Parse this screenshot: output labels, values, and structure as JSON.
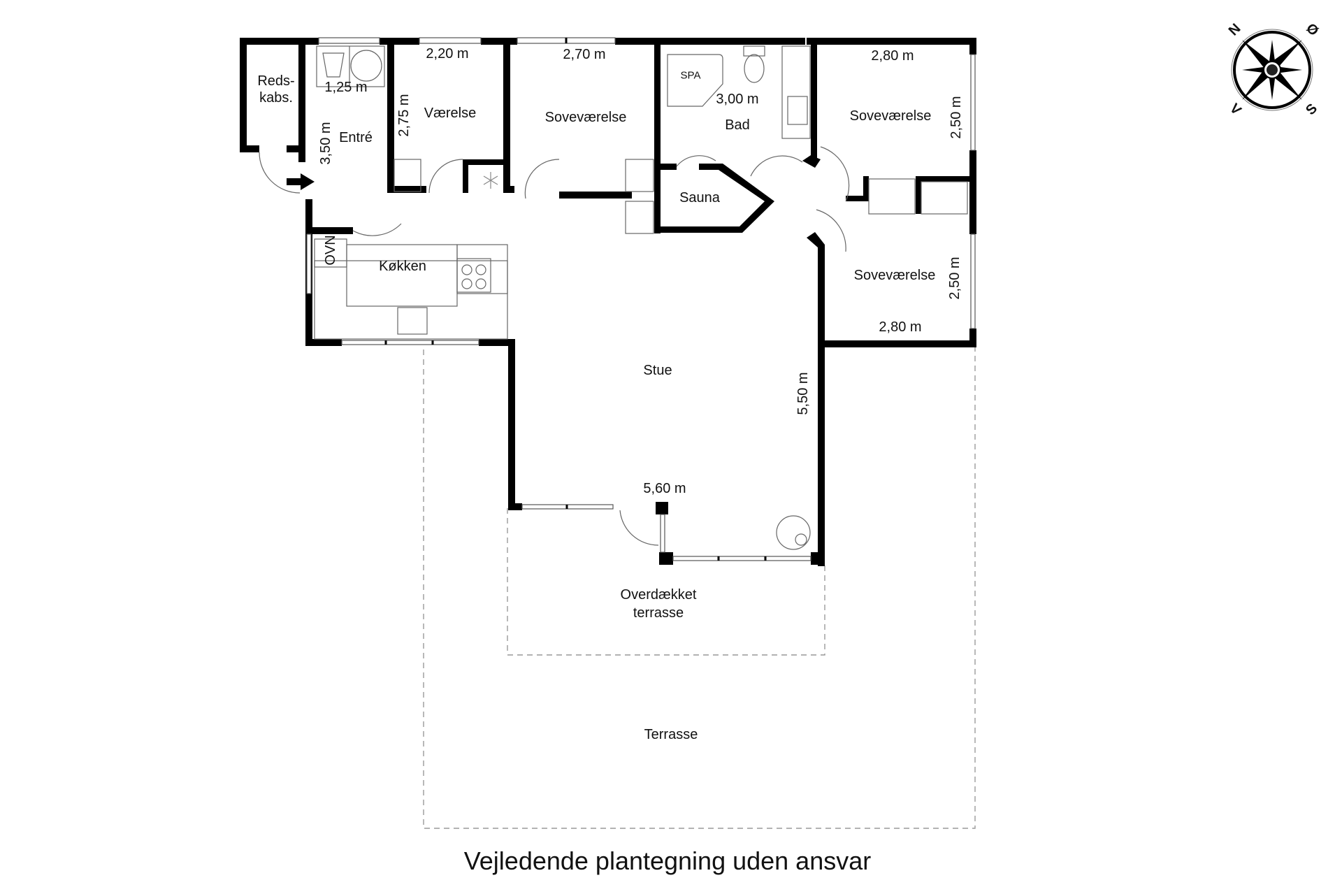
{
  "rooms": {
    "redskabs": {
      "label_line1": "Reds-",
      "label_line2": "kabs."
    },
    "entre": {
      "label": "Entré",
      "width": "1,25 m",
      "length": "3,50 m"
    },
    "vaerelse": {
      "label": "Værelse",
      "width": "2,20 m",
      "length": "2,75 m"
    },
    "sovevaerelse_1": {
      "label": "Soveværelse",
      "width": "2,70 m"
    },
    "bad": {
      "label": "Bad",
      "width": "3,00 m",
      "spa_label": "SPA"
    },
    "sauna": {
      "label": "Sauna"
    },
    "sovevaerelse_2": {
      "label": "Soveværelse",
      "width": "2,80 m",
      "length": "2,50 m"
    },
    "sovevaerelse_3": {
      "label": "Soveværelse",
      "width": "2,80 m",
      "length": "2,50 m"
    },
    "kokken": {
      "label": "Køkken",
      "oven_label": "OVN"
    },
    "stue": {
      "label": "Stue",
      "width": "5,60 m",
      "length": "5,50 m"
    },
    "overdaekket_terrasse": {
      "label_line1": "Overdækket",
      "label_line2": "terrasse"
    },
    "terrasse": {
      "label": "Terrasse"
    }
  },
  "compass": {
    "north": "N",
    "east": "Ø",
    "south": "S",
    "west": "V"
  },
  "caption": "Vejledende plantegning uden ansvar",
  "colors": {
    "wall": "#000000",
    "background": "#ffffff",
    "fixture": "#666666",
    "terrace_dash": "#999999"
  }
}
